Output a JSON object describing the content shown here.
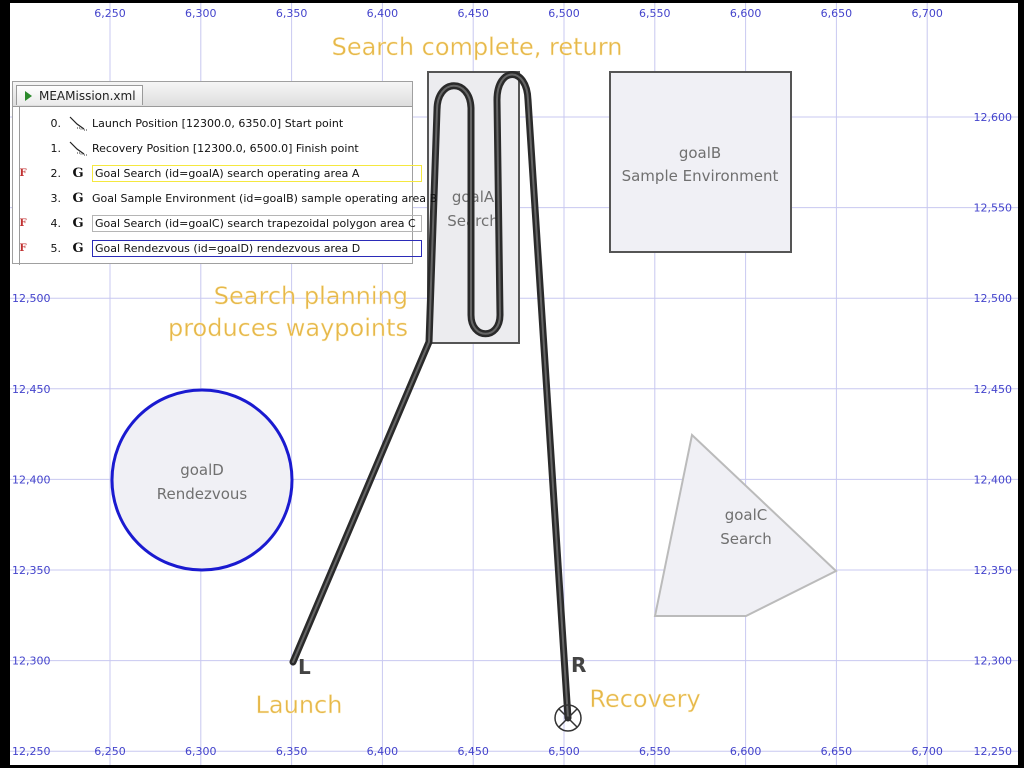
{
  "window": {
    "tab_label": "MEAMission.xml"
  },
  "mission": {
    "items": [
      {
        "index": "0.",
        "icon": "waypoint-start-icon",
        "flag": "",
        "text": "Launch Position [12300.0, 6350.0] Start point",
        "style": "plain"
      },
      {
        "index": "1.",
        "icon": "waypoint-finish-icon",
        "flag": "",
        "text": "Recovery Position [12300.0, 6500.0] Finish point",
        "style": "plain"
      },
      {
        "index": "2.",
        "icon": "goal-icon",
        "flag": "F",
        "text": "Goal Search (id=goalA) search operating area A",
        "style": "yellow"
      },
      {
        "index": "3.",
        "icon": "goal-icon",
        "flag": "",
        "text": "Goal Sample Environment (id=goalB) sample operating area B",
        "style": "plain"
      },
      {
        "index": "4.",
        "icon": "goal-icon",
        "flag": "F",
        "text": "Goal Search (id=goalC) search trapezoidal polygon area C",
        "style": "box"
      },
      {
        "index": "5.",
        "icon": "goal-icon",
        "flag": "F",
        "text": "Goal Rendezvous (id=goalD) rendezvous area D",
        "style": "blue"
      }
    ],
    "goal_glyph": "G"
  },
  "map": {
    "x_ticks": [
      "6,250",
      "6,300",
      "6,350",
      "6,400",
      "6,450",
      "6,500",
      "6,550",
      "6,600",
      "6,650",
      "6,700"
    ],
    "y_ticks": [
      "12,600",
      "12,550",
      "12,500",
      "12,450",
      "12,400",
      "12,350",
      "12,300",
      "12,250"
    ],
    "areas": {
      "goalA": {
        "name": "goalA",
        "label": "Search"
      },
      "goalB": {
        "name": "goalB",
        "label": "Sample Environment"
      },
      "goalC": {
        "name": "goalC",
        "label": "Search"
      },
      "goalD": {
        "name": "goalD",
        "label": "Rendezvous"
      }
    },
    "markers": {
      "launch": "L",
      "recovery": "R"
    },
    "callouts": {
      "return": "Search complete, return",
      "planning_line1": "Search planning",
      "planning_line2": "produces waypoints",
      "launch": "Launch",
      "recovery": "Recovery"
    },
    "colors": {
      "grid": "#c8c8f0",
      "tick": "#4444cc",
      "path": "#333333",
      "rendezvous": "#1a1ad0",
      "area_fill": "#f0f0f5",
      "callout": "#e6b84a"
    }
  }
}
